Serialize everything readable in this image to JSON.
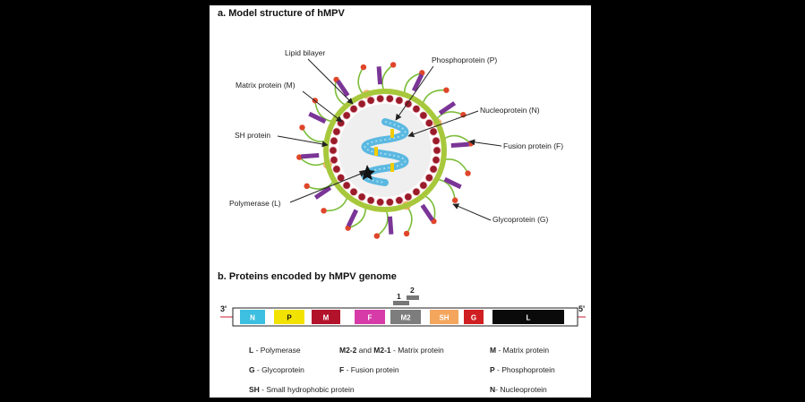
{
  "panel_a": {
    "title": "a. Model structure of hMPV",
    "labels": {
      "lipid": "Lipid bilayer",
      "matrix": "Matrix protein (M)",
      "sh": "SH protein",
      "polymerase": "Polymerase (L)",
      "phospho": "Phosphoprotein (P)",
      "nucleo": "Nucleoprotein (N)",
      "fusion": "Fusion protein (F)",
      "glyco": "Glycoprotein (G)"
    }
  },
  "panel_b": {
    "title": "b. Proteins encoded by hMPV genome",
    "end3": "3'",
    "end5": "5'",
    "m2_sub": [
      "1",
      "2"
    ],
    "genes": [
      {
        "label": "N",
        "color": "#3cbfe0"
      },
      {
        "label": "P",
        "color": "#f2e200"
      },
      {
        "label": "M",
        "color": "#b3122b"
      },
      {
        "label": "F",
        "color": "#d63ba8"
      },
      {
        "label": "M2",
        "color": "#7d7d7d"
      },
      {
        "label": "SH",
        "color": "#f3a65c"
      },
      {
        "label": "G",
        "color": "#d01f22"
      },
      {
        "label": "L",
        "color": "#0a0a0a"
      }
    ],
    "legend": {
      "l_key": "L",
      "l_text": " - Polymerase",
      "m22_key": "M2-2",
      "m2_and": " and ",
      "m21_key": "M2-1",
      "m2_text": " - Matrix protein",
      "m_key": "M",
      "m_text": " - Matrix protein",
      "g_key": "G",
      "g_text": " - Glycoprotein",
      "f_key": "F",
      "f_text": " - Fusion protein",
      "p_key": "P",
      "p_text": " - Phosphoprotein",
      "sh_key": "SH",
      "sh_text": " - Small hydrophobic protein",
      "n_key": "N",
      "n_text": "- Nucleoprotein"
    }
  },
  "colors": {
    "lipid": "#a8c83c",
    "matrix": "#9a1b2a",
    "glyco": "#7a3596",
    "fusion_bulb": "#e0452a",
    "stalk": "#7cbd3a",
    "nucleo": "#5bb8e0",
    "phospho": "#f2cc00"
  }
}
